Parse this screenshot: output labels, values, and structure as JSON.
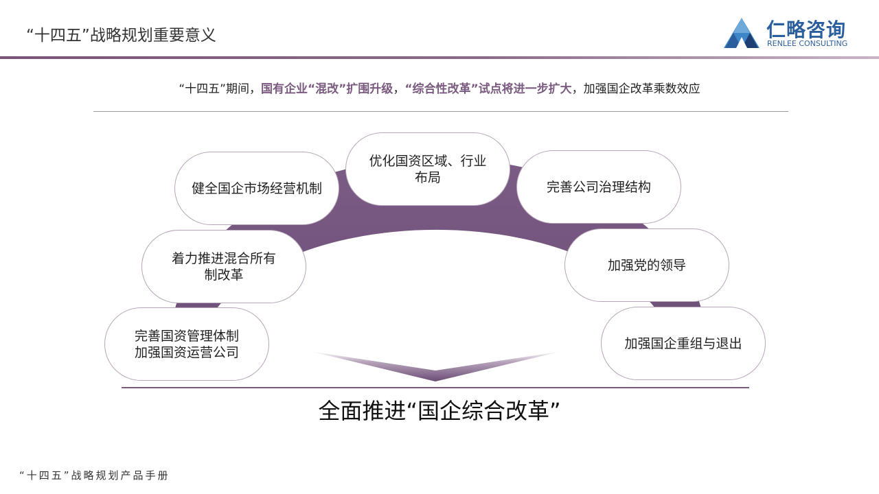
{
  "header": {
    "title": "“十四五”战略规划重要意义",
    "logo": {
      "name_cn": "仁略咨询",
      "name_en": "RENLEE CONSULTING",
      "colors": [
        "#2b5e9c",
        "#3f86c8",
        "#1d3f73"
      ]
    }
  },
  "subtitle": {
    "parts": [
      {
        "text": "“十四五”期间，",
        "highlight": false
      },
      {
        "text": "国有企业“混改”扩围升级",
        "highlight": true
      },
      {
        "text": "，",
        "highlight": false
      },
      {
        "text": "“综合性改革”试点将进一步扩大",
        "highlight": true
      },
      {
        "text": "，加强国企改革乘数效应",
        "highlight": false
      }
    ]
  },
  "diagram": {
    "items": [
      {
        "id": "state-capital-management",
        "lines": [
          "完善国资管理体制",
          "加强国资运营公司"
        ]
      },
      {
        "id": "mixed-ownership",
        "lines": [
          "着力推进混合所有",
          "制改革"
        ]
      },
      {
        "id": "market-mechanism",
        "lines": [
          "健全国企市场经营机制"
        ]
      },
      {
        "id": "layout-optimization",
        "lines": [
          "优化国资区域、行业",
          "布局"
        ]
      },
      {
        "id": "corporate-governance",
        "lines": [
          "完善公司治理结构"
        ]
      },
      {
        "id": "party-leadership",
        "lines": [
          "加强党的领导"
        ]
      },
      {
        "id": "restructuring-exit",
        "lines": [
          "加强国企重组与退出"
        ]
      }
    ],
    "conclusion": "全面推进“国企综合改革”"
  },
  "footer": {
    "text": "“十四五”战略规划产品手册"
  },
  "colors": {
    "accent": "#7b5a80",
    "arc": "#7a5b82",
    "pill_border": "#b7a4b9",
    "logo_blue": "#2b5e9c"
  }
}
